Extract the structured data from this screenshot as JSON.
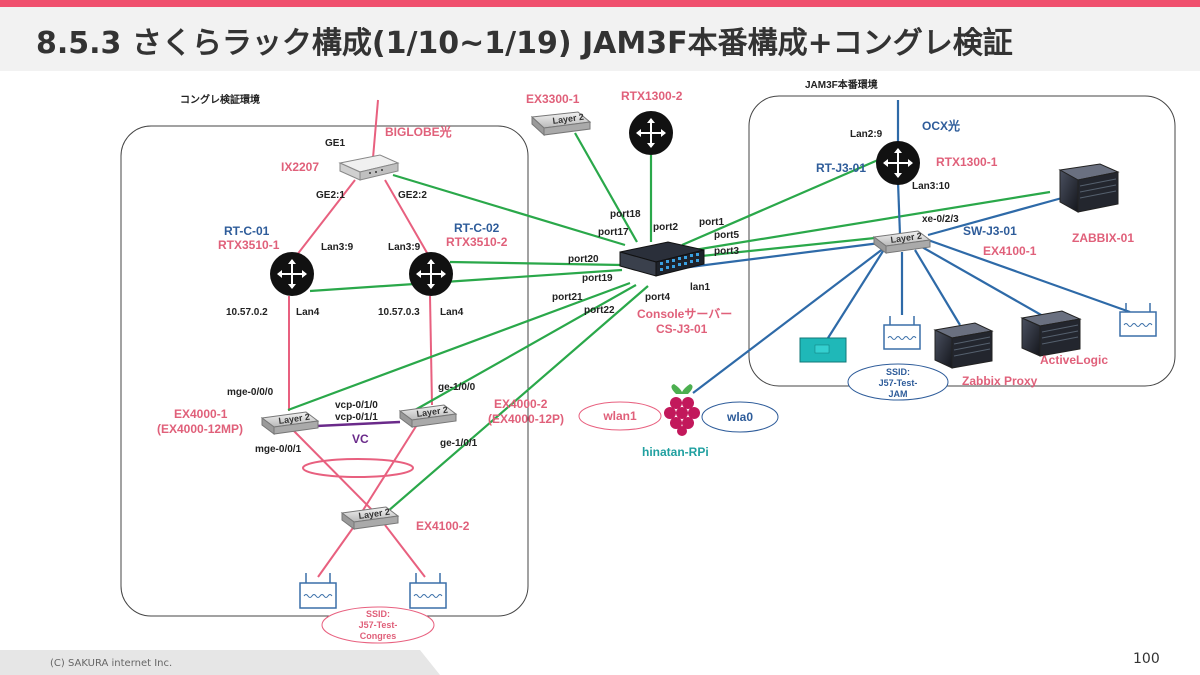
{
  "slide": {
    "title": "8.5.3 さくらラック構成(1/10~1/19) JAM3F本番構成+コングレ検証",
    "footer": "(C) SAKURA internet Inc.",
    "page_number": "100"
  },
  "areas": {
    "congres": "コングレ検証環境",
    "jam": "JAM3F本番環境"
  },
  "devices": {
    "biglobe": "BIGLOBE光",
    "ix2207": "IX2207",
    "ge1": "GE1",
    "ge21": "GE2:1",
    "ge22": "GE2:2",
    "rtc01": "RT-C-01",
    "rtx3510_1": "RTX3510-1",
    "rtc02": "RT-C-02",
    "rtx3510_2": "RTX3510-2",
    "lan39a": "Lan3:9",
    "lan39b": "Lan3:9",
    "ip1": "10.57.0.2",
    "ip2": "10.57.0.3",
    "lan4a": "Lan4",
    "lan4b": "Lan4",
    "mge000": "mge-0/0/0",
    "mge001": "mge-0/0/1",
    "ge100": "ge-1/0/0",
    "ge101": "ge-1/0/1",
    "vcp010": "vcp-0/1/0",
    "vcp011": "vcp-0/1/1",
    "vc": "VC",
    "ex4000_1": "EX4000-1",
    "ex4000_1b": "(EX4000-12MP)",
    "ex4000_2": "EX4000-2",
    "ex4000_2b": "(EX4000-12P)",
    "ex4100_2": "EX4100-2",
    "ssid_c1": "SSID:",
    "ssid_c2": "J57-Test-",
    "ssid_c3": "Congres",
    "ex3300": "EX3300-1",
    "rtx1300_2": "RTX1300-2",
    "port18": "port18",
    "port17": "port17",
    "port2": "port2",
    "port20": "port20",
    "port19": "port19",
    "port21": "port21",
    "port22": "port22",
    "port4": "port4",
    "port1": "port1",
    "port5": "port5",
    "port3": "port3",
    "lan1": "lan1",
    "cs1": "Consoleサーバー",
    "cs2": "CS-J3-01",
    "wlan1": "wlan1",
    "wla0": "wla0",
    "rpi": "hinatan-RPi",
    "lan29": "Lan2:9",
    "ocx": "OCX光",
    "rtj301": "RT-J3-01",
    "rtx1300_1": "RTX1300-1",
    "lan310": "Lan3:10",
    "xe023": "xe-0/2/3",
    "swj301": "SW-J3-01",
    "ex4100_1": "EX4100-1",
    "zabbix": "ZABBIX-01",
    "activelogic": "ActiveLogic",
    "zabbixproxy": "Zabbix Proxy",
    "ssid_j1": "SSID:",
    "ssid_j2": "J57-Test-",
    "ssid_j3": "JAM"
  },
  "colors": {
    "accent": "#f0506e",
    "pink_line": "#e8607f",
    "green_line": "#2aa84a",
    "blue_line": "#2e6aa8",
    "vc_line": "#6a2a8a"
  }
}
